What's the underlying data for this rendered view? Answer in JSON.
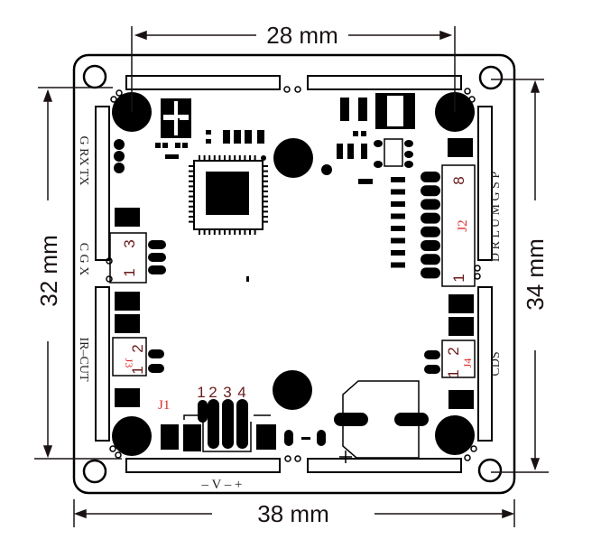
{
  "dimensions": {
    "top_width": "28 mm",
    "bottom_width": "38 mm",
    "left_height": "32 mm",
    "right_height": "34 mm"
  },
  "silkscreen": {
    "uart_label": "G RX TX",
    "cgx_label": "C G X",
    "ircut_label": "IR–CUT",
    "cds_label": "CDS",
    "j2_label": "D R L U M G S P",
    "power_label": "–  V  –  +"
  },
  "connectors": {
    "j1": {
      "ref": "J1",
      "pins": [
        "1",
        "2",
        "3",
        "4"
      ]
    },
    "j2": {
      "ref": "J2",
      "pin_first": "1",
      "pin_last": "8"
    },
    "j3": {
      "ref": "J3",
      "pin_a": "2",
      "pin_b": "1"
    },
    "j4": {
      "ref": "J4",
      "pin_a": "2",
      "pin_b": "1"
    },
    "uart_header": {
      "pin_a": "3",
      "pin_b": "1"
    }
  },
  "colors": {
    "ink": "#000000",
    "pin_number": "#6b1c1c",
    "ref_designator": "#e02a2a"
  }
}
